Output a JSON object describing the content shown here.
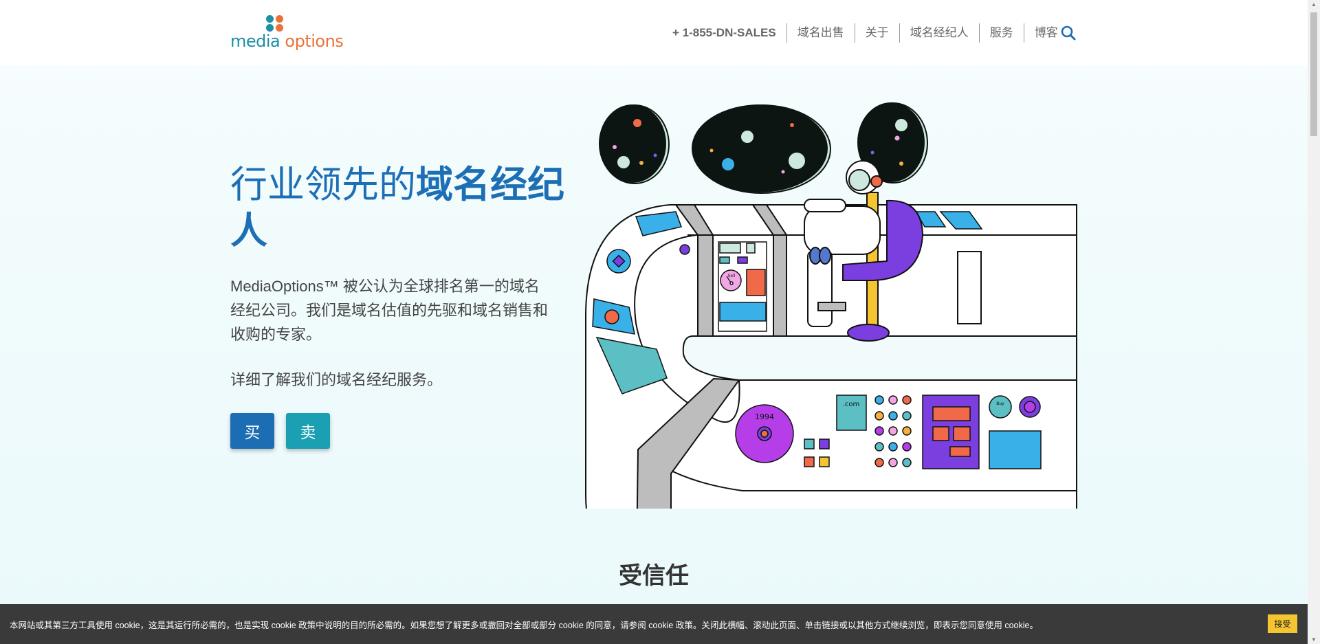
{
  "header": {
    "logo": {
      "word1": "media",
      "word2": "options",
      "dot_colors": [
        "#1d8fa8",
        "#e8733a",
        "#1d8fa8",
        "#e8733a"
      ]
    },
    "nav": {
      "phone": "+ 1-855-DN-SALES",
      "items": [
        "域名出售",
        "关于",
        "域名经纪人",
        "服务",
        "博客"
      ],
      "search_icon": "search-icon"
    }
  },
  "hero": {
    "title_light": "行业领先的",
    "title_bold": "域名经纪人",
    "paragraph": "MediaOptions™ 被公认为全球排名第一的域名经纪公司。我们是域名估值的先驱和域名销售和收购的专家。",
    "link_text": "详细了解我们的域名经纪服务。",
    "buy_label": "买",
    "sell_label": "卖",
    "illustration": {
      "dial_label": "1994",
      "screen_label": ".com",
      "sell_knob": "Sell",
      "buy_knob": "Buy"
    }
  },
  "trusted": {
    "heading": "受信任"
  },
  "cookie": {
    "message": "本网站或其第三方工具使用 cookie，这是其运行所必需的，也是实现 cookie 政策中说明的目的所必需的。如果您想了解更多或撤回对全部或部分 cookie 的同意，请参阅 cookie 政策。关闭此横幅、滚动此页面、单击链接或以其他方式继续浏览，即表示您同意使用 cookie。",
    "accept_label": "接受"
  },
  "colors": {
    "brand_blue": "#1d6fb5",
    "teal": "#1a9fb3",
    "accept": "#f5c431",
    "cookie_bg": "#3a3a3a"
  }
}
